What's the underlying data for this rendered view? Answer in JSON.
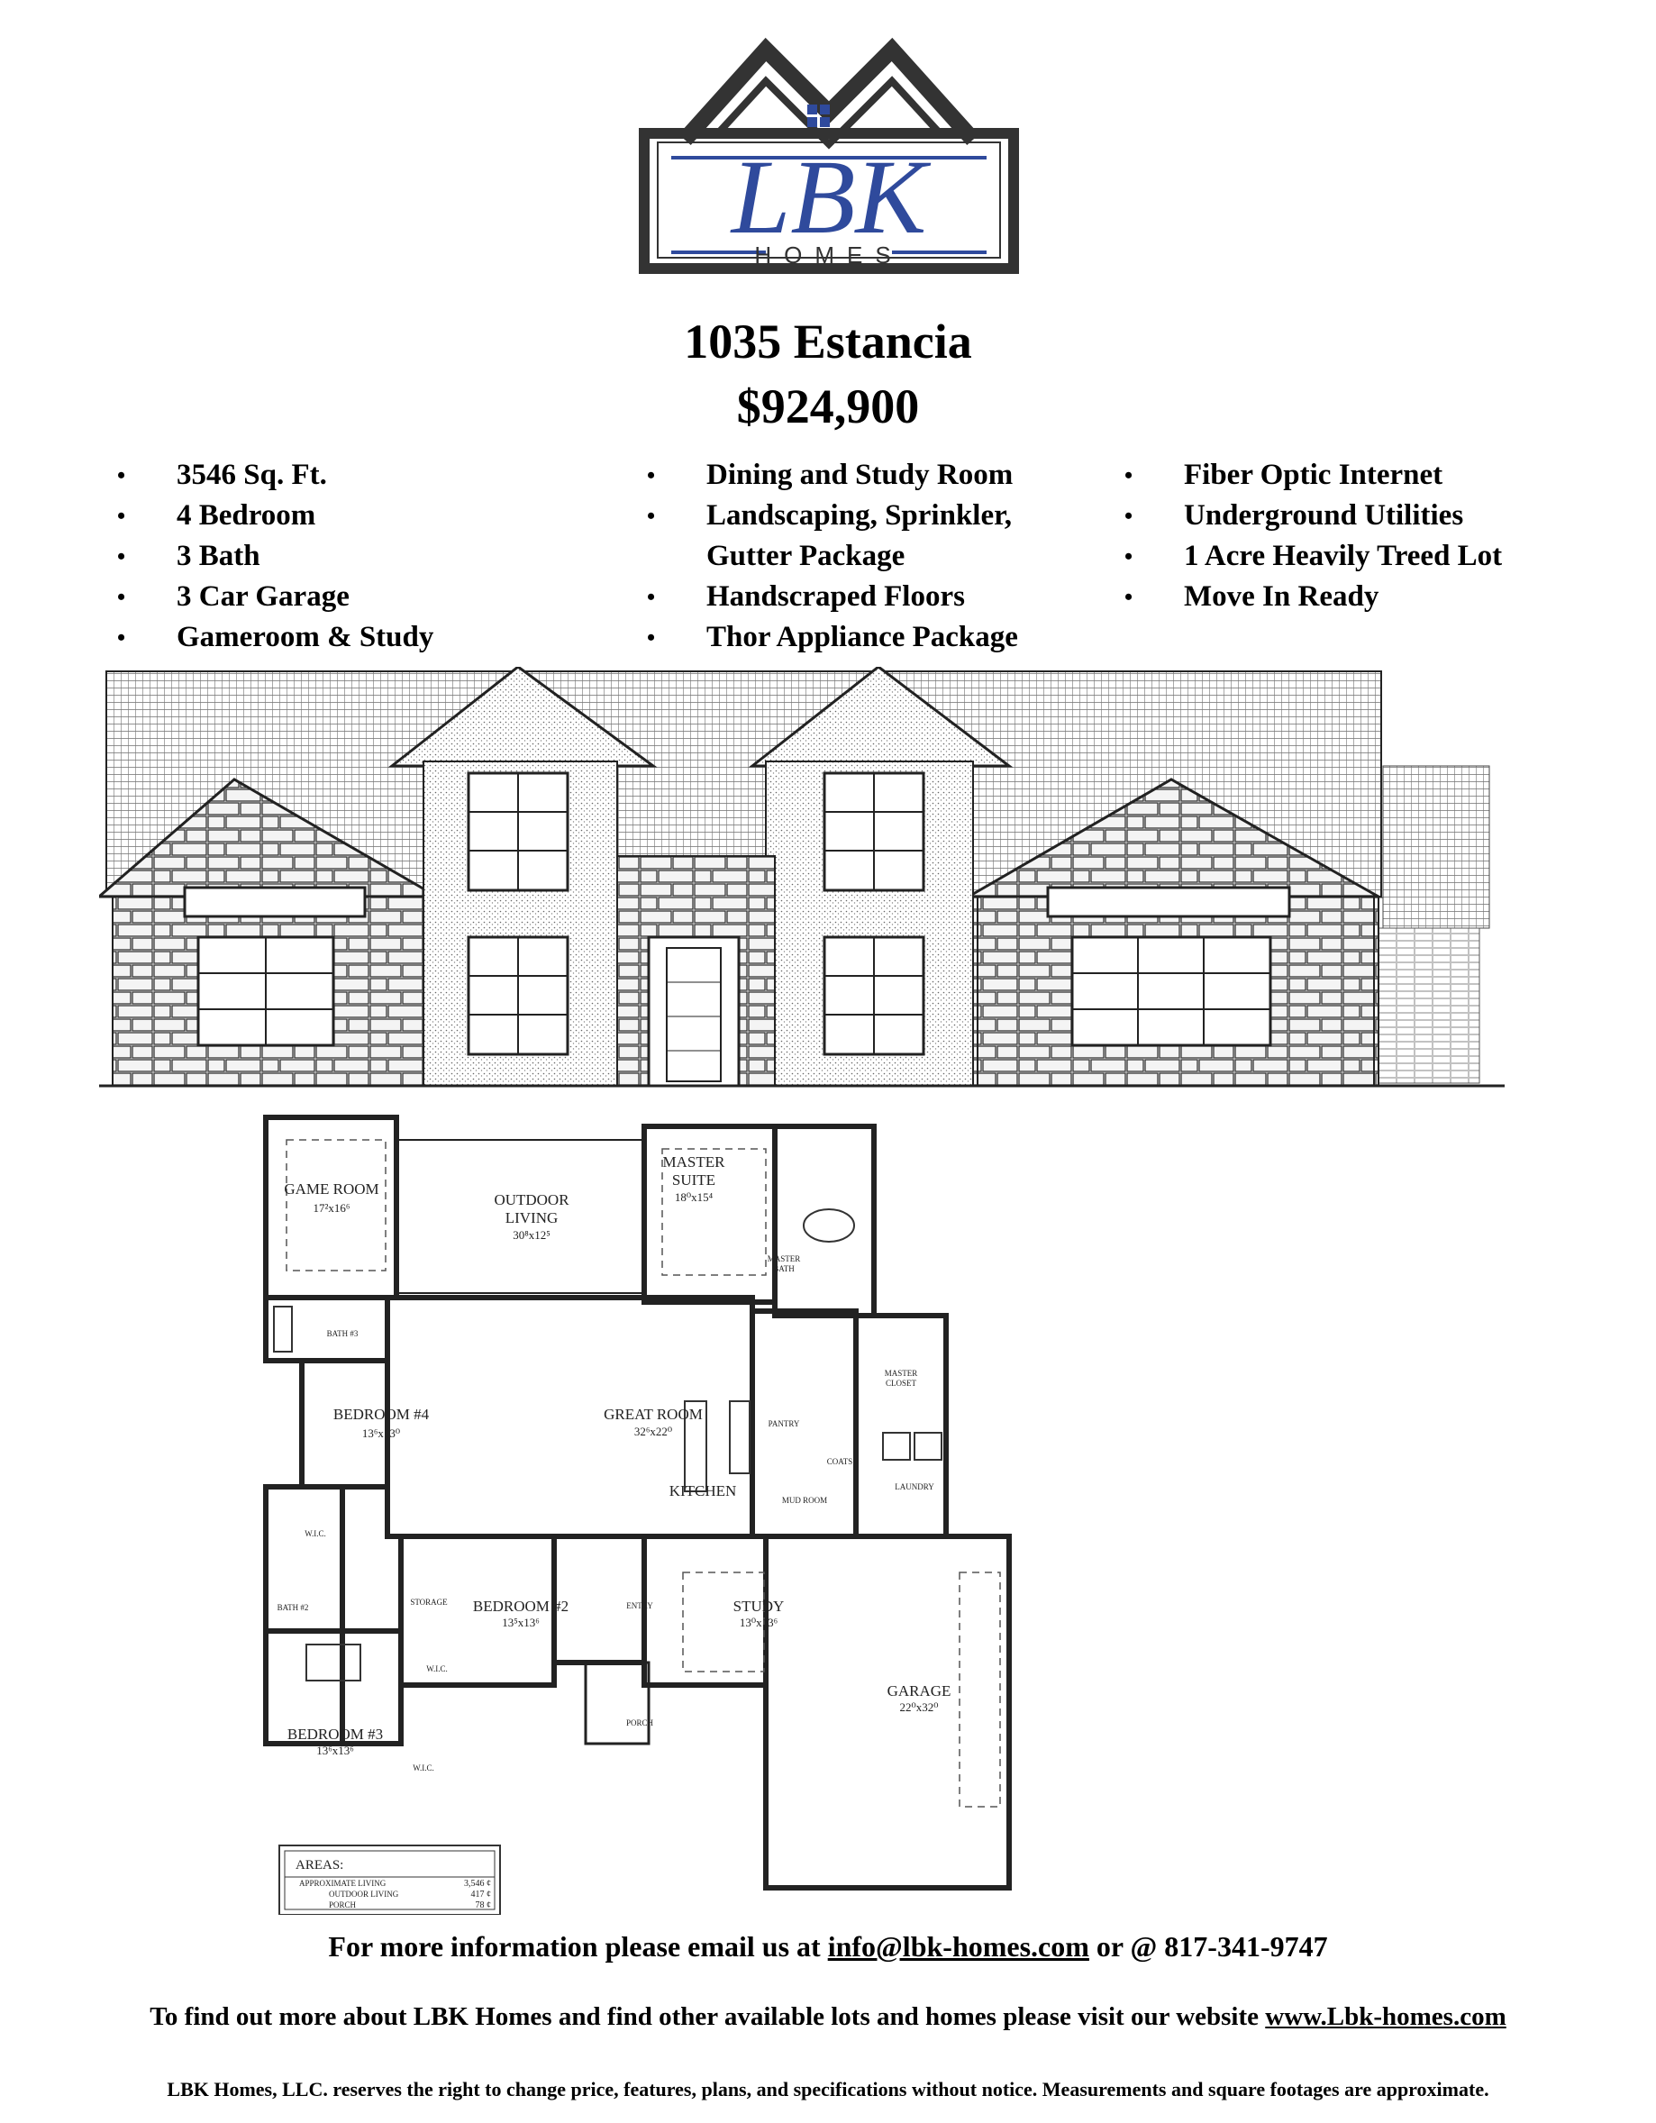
{
  "logo": {
    "brand": "LBK",
    "sub": "HOMES"
  },
  "listing": {
    "title": "1035 Estancia",
    "price": "$924,900"
  },
  "features": {
    "col1": [
      "3546 Sq. Ft.",
      "4 Bedroom",
      "3 Bath",
      "3 Car Garage",
      "Gameroom & Study"
    ],
    "col2": [
      {
        "l1": "Dining and Study Room",
        "l2": ""
      },
      {
        "l1": "Landscaping, Sprinkler,",
        "l2": "Gutter Package"
      },
      {
        "l1": "Handscraped Floors",
        "l2": ""
      },
      {
        "l1": "Thor Appliance Package",
        "l2": ""
      }
    ],
    "col3": [
      "Fiber Optic Internet",
      "Underground Utilities",
      "1 Acre Heavily Treed Lot",
      "Move In Ready"
    ]
  },
  "floorplan": {
    "rooms": {
      "game_room": {
        "name": "GAME ROOM",
        "dim": "17²x16⁶"
      },
      "outdoor_living": {
        "name1": "OUTDOOR",
        "name2": "LIVING",
        "dim": "30⁸x12⁵"
      },
      "master_suite": {
        "name1": "MASTER",
        "name2": "SUITE",
        "dim": "18⁰x15⁴"
      },
      "master_bath": {
        "name1": "MASTER",
        "name2": "BATH"
      },
      "bath3": {
        "name": "BATH #3"
      },
      "bedroom4": {
        "name": "BEDROOM #4",
        "dim": "13⁶x13⁰"
      },
      "great_room": {
        "name": "GREAT ROOM",
        "dim": "32⁶x22⁰"
      },
      "master_closet": {
        "name1": "MASTER",
        "name2": "CLOSET"
      },
      "pantry": {
        "name": "PANTRY"
      },
      "coats": {
        "name": "COATS"
      },
      "laundry": {
        "name": "LAUNDRY"
      },
      "kitchen": {
        "name": "KITCHEN"
      },
      "mud_room": {
        "name": "MUD ROOM"
      },
      "wic1": {
        "name": "W.I.C."
      },
      "bath2": {
        "name": "BATH #2"
      },
      "storage": {
        "name": "STORAGE"
      },
      "wic2": {
        "name": "W.I.C."
      },
      "wic3": {
        "name": "W.I.C."
      },
      "bedroom2": {
        "name": "BEDROOM #2",
        "dim": "13⁵x13⁶"
      },
      "entry": {
        "name": "ENTRY"
      },
      "study": {
        "name": "STUDY",
        "dim": "13⁰x13⁶"
      },
      "porch": {
        "name": "PORCH"
      },
      "garage": {
        "name": "GARAGE",
        "dim": "22⁰x32⁰"
      },
      "bedroom3": {
        "name": "BEDROOM #3",
        "dim": "13⁶x13⁶"
      }
    },
    "areas": {
      "title": "AREAS:",
      "rows": [
        {
          "label": "APPROXIMATE LIVING",
          "value": "3,546 ¢"
        },
        {
          "label": "OUTDOOR LIVING",
          "value": "417 ¢"
        },
        {
          "label": "PORCH",
          "value": "78 ¢"
        }
      ]
    }
  },
  "contact": {
    "line1_pre": "For more information please email us at ",
    "email": "info@lbk-homes.com",
    "line1_mid": " or @ 817-341-9747",
    "line2_pre": "To find out more about LBK Homes and find other available lots and homes please visit our website ",
    "website": "www.Lbk-homes.com",
    "disclaimer": "LBK Homes, LLC. reserves the right to change price, features, plans, and specifications without notice.  Measurements and square footages are approximate."
  },
  "colors": {
    "brand_blue": "#2f4a9c",
    "logo_dark": "#333333"
  }
}
